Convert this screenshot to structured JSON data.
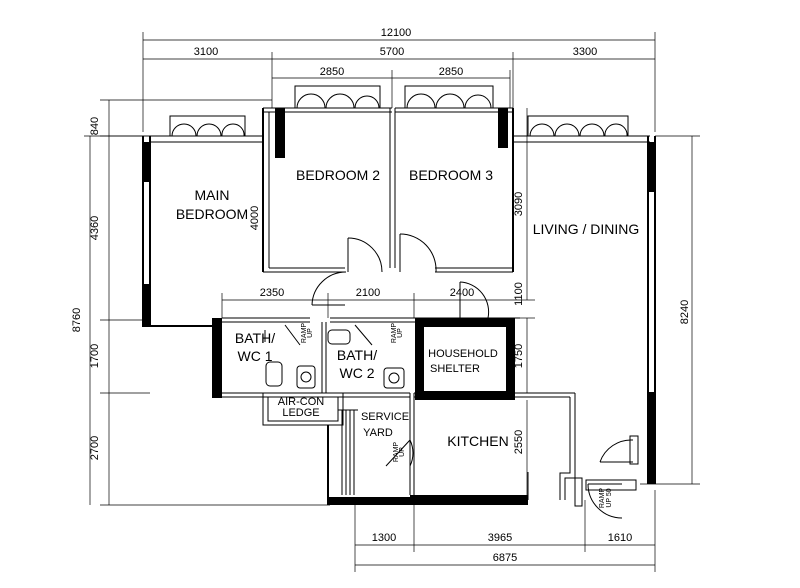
{
  "rooms": {
    "main_bedroom": [
      "MAIN",
      "BEDROOM"
    ],
    "bedroom_2": "BEDROOM 2",
    "bedroom_3": "BEDROOM 3",
    "living_dining": "LIVING / DINING",
    "bath_wc_1": [
      "BATH/",
      "WC 1"
    ],
    "bath_wc_2": [
      "BATH/",
      "WC 2"
    ],
    "household_shelter": [
      "HOUSEHOLD",
      "SHELTER"
    ],
    "aircon_ledge": [
      "AIR-CON",
      "LEDGE"
    ],
    "service_yard": [
      "SERVICE",
      "YARD"
    ],
    "kitchen": "KITCHEN",
    "ramp_up": [
      "RAMP",
      "UP"
    ],
    "ramp_up_50": [
      "RAMP",
      "UP 50"
    ]
  },
  "dimensions": {
    "top_total": "12100",
    "top_left": "3100",
    "top_mid": "5700",
    "top_right": "3300",
    "bedroom2_width": "2850",
    "bedroom3_width": "2850",
    "left_840": "840",
    "left_4360": "4360",
    "left_8760": "8760",
    "left_1700": "1700",
    "left_2700": "2700",
    "inner_4000": "4000",
    "inner_3090": "3090",
    "inner_2350": "2350",
    "inner_2100": "2100",
    "inner_2400": "2400",
    "inner_1100": "1100",
    "inner_1750": "1750",
    "inner_2550": "2550",
    "right_8240": "8240",
    "bottom_1300": "1300",
    "bottom_3965": "3965",
    "bottom_1610": "1610",
    "bottom_total": "6875"
  }
}
